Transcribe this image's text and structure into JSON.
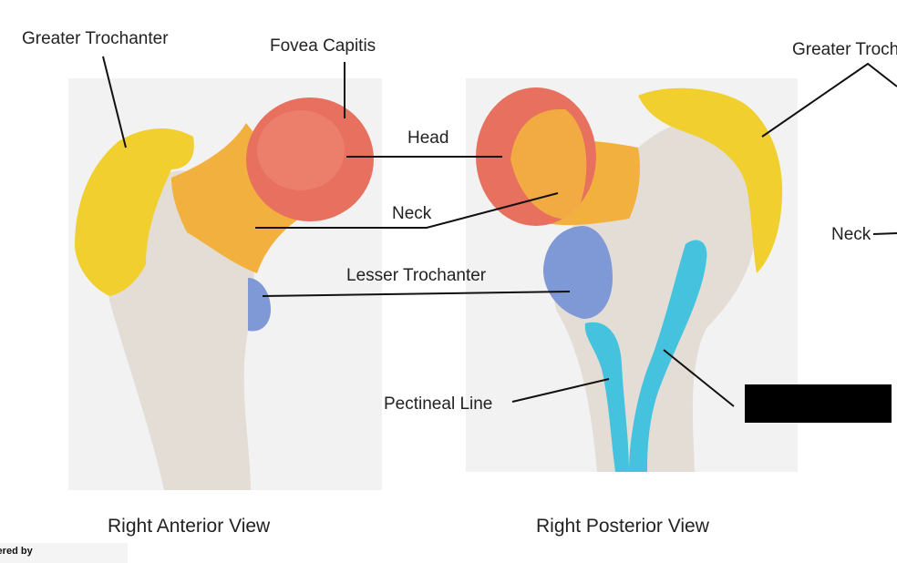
{
  "labels": {
    "greater_trochanter_left": "Greater Trochanter",
    "fovea_capitis": "Fovea Capitis",
    "greater_trochanter_right": "Greater Troch",
    "head": "Head",
    "neck_center": "Neck",
    "neck_right": "Neck",
    "lesser_trochanter": "Lesser Trochanter",
    "pectineal_line": "Pectineal Line"
  },
  "captions": {
    "anterior": "Right Anterior View",
    "posterior": "Right Posterior View"
  },
  "footer": {
    "powered_by": "wered by"
  },
  "colors": {
    "bone": "#e3ddd6",
    "head": "#e8705f",
    "neck": "#f2b13f",
    "greater_trochanter": "#f0cf2e",
    "lesser_trochanter": "#7f98d6",
    "pectineal_line": "#45c3de",
    "panel": "#f2f2f2"
  }
}
